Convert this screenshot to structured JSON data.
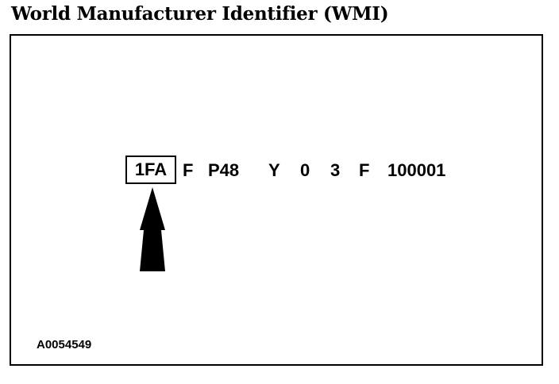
{
  "title": "World Manufacturer Identifier (WMI)",
  "vin": {
    "wmi": "1FA",
    "segments": [
      "F",
      "P48",
      "Y",
      "0",
      "3",
      "F",
      "100001"
    ]
  },
  "arrow": {
    "icon": "up-arrow-icon",
    "target": "wmi"
  },
  "reference_code": "A0054549"
}
